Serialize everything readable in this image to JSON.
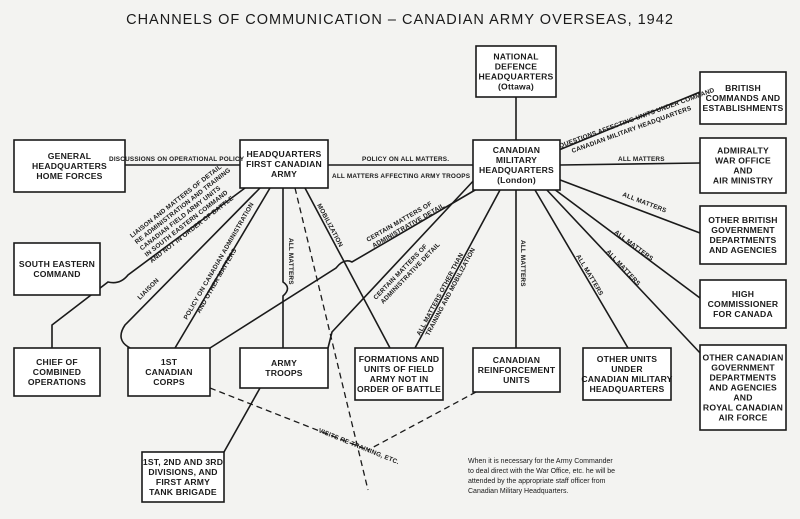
{
  "title": "CHANNELS OF COMMUNICATION – CANADIAN ARMY OVERSEAS, 1942",
  "boxes": {
    "ndhq": [
      "NATIONAL",
      "DEFENCE",
      "HEADQUARTERS",
      "(Ottawa)"
    ],
    "british": [
      "BRITISH",
      "COMMANDS AND",
      "ESTABLISHMENTS"
    ],
    "ghq": [
      "GENERAL",
      "HEADQUARTERS",
      "HOME FORCES"
    ],
    "hqfca": [
      "HEADQUARTERS",
      "FIRST CANADIAN",
      "ARMY"
    ],
    "cmhq": [
      "CANADIAN",
      "MILITARY",
      "HEADQUARTERS",
      "(London)"
    ],
    "admiralty": [
      "ADMIRALTY",
      "WAR OFFICE",
      "AND",
      "AIR MINISTRY"
    ],
    "otherbrit": [
      "OTHER BRITISH",
      "GOVERNMENT",
      "DEPARTMENTS",
      "AND AGENCIES"
    ],
    "sec": [
      "SOUTH EASTERN",
      "COMMAND"
    ],
    "hicom": [
      "HIGH",
      "COMMISSIONER",
      "FOR CANADA"
    ],
    "cco": [
      "CHIEF OF",
      "COMBINED",
      "OPERATIONS"
    ],
    "corps": [
      "1ST",
      "CANADIAN",
      "CORPS"
    ],
    "troops": [
      "ARMY",
      "TROOPS"
    ],
    "formations": [
      "FORMATIONS AND",
      "UNITS OF FIELD",
      "ARMY NOT IN",
      "ORDER OF BATTLE"
    ],
    "reinf": [
      "CANADIAN",
      "REINFORCEMENT",
      "UNITS"
    ],
    "otherunits": [
      "OTHER UNITS",
      "UNDER",
      "CANADIAN MILITARY",
      "HEADQUARTERS"
    ],
    "othercan": [
      "OTHER CANADIAN",
      "GOVERNMENT",
      "DEPARTMENTS",
      "AND AGENCIES",
      "AND",
      "ROYAL CANADIAN",
      "AIR FORCE"
    ],
    "divisions": [
      "1ST, 2ND AND 3RD",
      "DIVISIONS, AND",
      "FIRST ARMY",
      "TANK BRIGADE"
    ]
  },
  "labels": {
    "discussions": "DISCUSSIONS ON OPERATIONAL POLICY",
    "policy_all": "POLICY ON ALL MATTERS.",
    "all_army_troops": "ALL MATTERS AFFECTING ARMY TROOPS",
    "questions": [
      "QUESTIONS AFFECTING UNITS UNDER COMMAND",
      "CANADIAN MILITARY HEADQUARTERS"
    ],
    "all_matters": "ALL MATTERS",
    "liaison_block": [
      "LIAISON AND MATTERS OF DETAIL",
      "RE ADMINISTRATION AND TRAINING",
      "CANADIAN FIELD ARMY UNITS",
      "IN SOUTH EASTERN COMMAND",
      "AND NOT IN ORDER OF BATTLE"
    ],
    "liaison": "LIAISON",
    "policy_admin": [
      "POLICY ON CANADIAN ADMINISTRATION",
      "AND OTHER MATTERS"
    ],
    "mobilization": "MOBILIZATION",
    "certain1": [
      "CERTAIN MATTERS OF",
      "ADMINISTRATIVE DETAIL"
    ],
    "certain2": [
      "CERTAIN MATTERS OF",
      "ADMINISTRATIVE DETAIL"
    ],
    "other_than": [
      "ALL MATTERS OTHER THAN",
      "TRAINING AND MOBILIZATION"
    ],
    "visits": "VISITS RE TRAINING, ETC."
  },
  "note": [
    "When it is necessary for the Army Commander",
    "to deal direct with the War Office, etc. he will be",
    "attended by the appropriate staff officer from",
    "Canadian Military Headquarters."
  ]
}
